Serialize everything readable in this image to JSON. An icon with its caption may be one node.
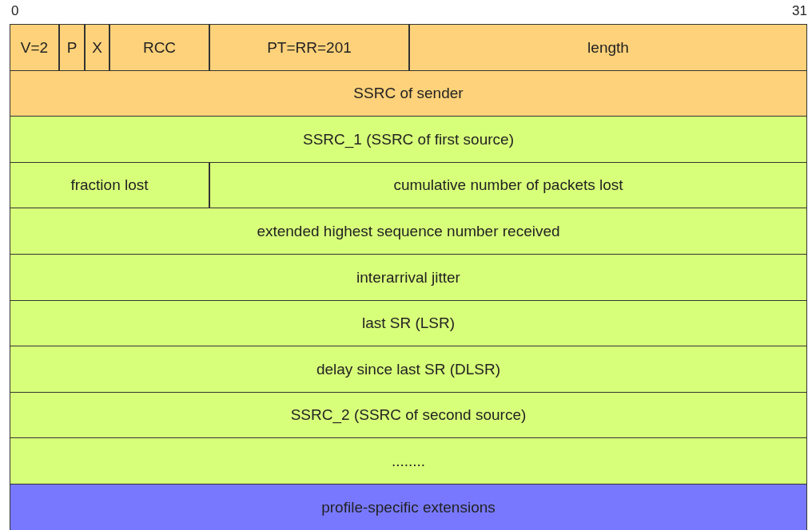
{
  "diagram": {
    "nodes": [
      {
        "text": [
          "V=2"
        ]
      },
      {
        "text": [
          "P"
        ]
      },
      {
        "text": [
          "X"
        ]
      },
      {
        "text": [
          "RCC"
        ]
      },
      {
        "text": [
          "PT=RR=201"
        ]
      },
      {
        "text": [
          "length"
        ]
      },
      {
        "text": [
          "SSRC of sender"
        ]
      },
      {
        "text": [
          "SSRC_1 (SSRC of first source)"
        ]
      },
      {
        "text": [
          "fraction lost"
        ]
      },
      {
        "text": [
          "cumulative number of packets lost"
        ]
      },
      {
        "text": [
          "extended highest sequence number received"
        ]
      },
      {
        "text": [
          "interarrival jitter"
        ]
      },
      {
        "text": [
          "last SR (LSR)"
        ]
      },
      {
        "text": [
          "delay since last SR (DLSR)"
        ]
      },
      {
        "text": [
          "SSRC_2 (SSRC of second source)"
        ]
      },
      {
        "text": [
          "........"
        ]
      },
      {
        "text": [
          "profile-specific extensions"
        ]
      }
    ],
    "labels": [
      "0",
      "31"
    ]
  }
}
